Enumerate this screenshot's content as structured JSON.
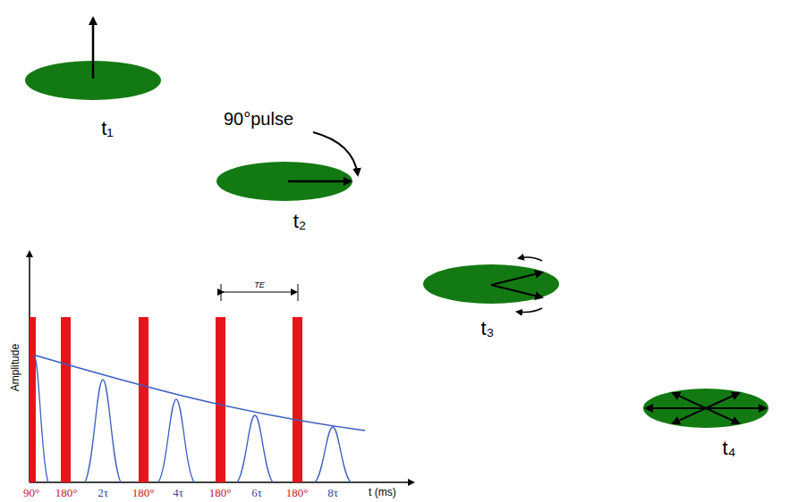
{
  "diagram": {
    "labels": [
      "t₁",
      "90°pulse",
      "t₂",
      "t₃",
      "t₄",
      "Amplitude",
      "TE",
      "90°",
      "180°",
      "2τ",
      "180°",
      "4τ",
      "180°",
      "6τ",
      "180°",
      "8τ",
      "t (ms)"
    ]
  }
}
